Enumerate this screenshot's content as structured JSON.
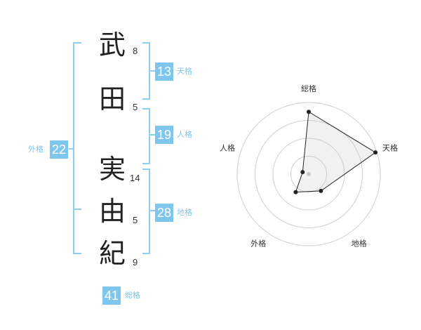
{
  "name": {
    "chars": [
      {
        "kanji": "武",
        "strokes": "8"
      },
      {
        "kanji": "田",
        "strokes": "5"
      },
      {
        "kanji": "実",
        "strokes": "14"
      },
      {
        "kanji": "由",
        "strokes": "5"
      },
      {
        "kanji": "紀",
        "strokes": "9"
      }
    ]
  },
  "fortune": {
    "tenkaku": {
      "label": "天格",
      "value": "13"
    },
    "jinkaku": {
      "label": "人格",
      "value": "19"
    },
    "chikaku": {
      "label": "地格",
      "value": "28"
    },
    "gaikaku": {
      "label": "外格",
      "value": "22"
    },
    "soukaku": {
      "label": "総格",
      "value": "41"
    }
  },
  "chart_data": {
    "type": "radar",
    "axes": [
      "総格",
      "天格",
      "地格",
      "外格",
      "人格"
    ],
    "values": [
      0.87,
      0.98,
      0.29,
      0.31,
      0.09
    ],
    "rings": 4,
    "range": [
      0,
      1
    ]
  }
}
